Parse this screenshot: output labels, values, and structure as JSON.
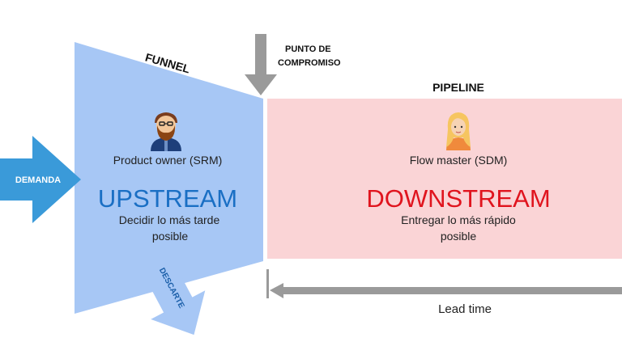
{
  "funnel_label": "FUNNEL",
  "commitment_point": {
    "line1": "PUNTO DE",
    "line2": "COMPROMISO"
  },
  "pipeline_label": "PIPELINE",
  "demand_label": "DEMANDA",
  "discard_label": "DESCARTE",
  "upstream": {
    "role": "Product owner (SRM)",
    "title": "UPSTREAM",
    "desc_line1": "Decidir lo más tarde",
    "desc_line2": "posible"
  },
  "downstream": {
    "role": "Flow master (SDM)",
    "title": "DOWNSTREAM",
    "desc_line1": "Entregar lo más rápido",
    "desc_line2": "posible"
  },
  "lead_time_label": "Lead time",
  "colors": {
    "upstream_fill": "#a7c7f5",
    "upstream_title": "#1a6fc4",
    "downstream_fill": "#fad4d6",
    "downstream_title": "#e0141e",
    "demand_arrow": "#3a9ad9",
    "gray_arrow": "#9a9a9a"
  },
  "icons": {
    "upstream_avatar": "bearded-man-avatar-icon",
    "downstream_avatar": "blonde-woman-avatar-icon"
  }
}
